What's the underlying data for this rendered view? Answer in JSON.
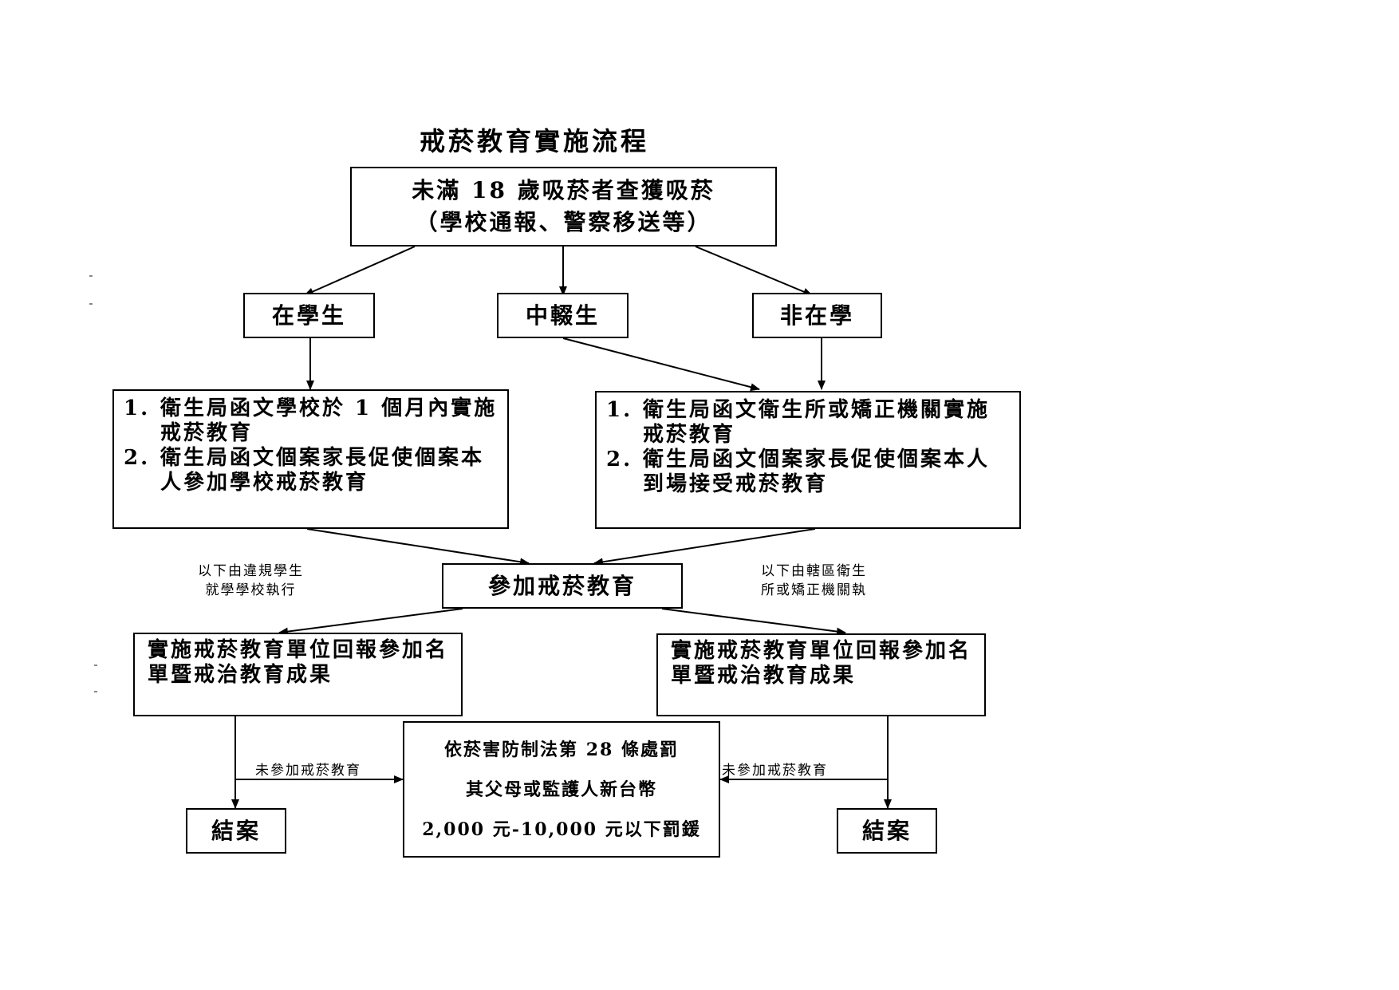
{
  "title": "戒菸教育實施流程",
  "start": {
    "line1": "未滿 18 歲吸菸者查獲吸菸",
    "line2": "（學校通報、警察移送等）"
  },
  "categories": {
    "student": "在學生",
    "dropout": "中輟生",
    "non_student": "非在學"
  },
  "school_actions": [
    {
      "num": "1.",
      "text": "衛生局函文學校於 1 個月內實施戒菸教育"
    },
    {
      "num": "2.",
      "text": "衛生局函文個案家長促使個案本人參加學校戒菸教育"
    }
  ],
  "health_actions": [
    {
      "num": "1.",
      "text": "衛生局函文衛生所或矯正機關實施戒菸教育"
    },
    {
      "num": "2.",
      "text": "衛生局函文個案家長促使個案本人到場接受戒菸教育"
    }
  ],
  "attend": "參加戒菸教育",
  "note_left": {
    "line1": "以下由違規學生",
    "line2": "就學學校執行"
  },
  "note_right": {
    "line1": "以下由轄區衛生",
    "line2": "所或矯正機關執"
  },
  "report_left": "實施戒菸教育單位回報參加名單暨戒治教育成果",
  "report_right": "實施戒菸教育單位回報參加名單暨戒治教育成果",
  "penalty": {
    "line1": "依菸害防制法第 28 條處罰",
    "line2": "其父母或監護人新台幣",
    "line3": "2,000 元-10,000 元以下罰鍰"
  },
  "edge_label_left": "未參加戒菸教育",
  "edge_label_right": "未參加戒菸教育",
  "close_left": "結案",
  "close_right": "結案"
}
